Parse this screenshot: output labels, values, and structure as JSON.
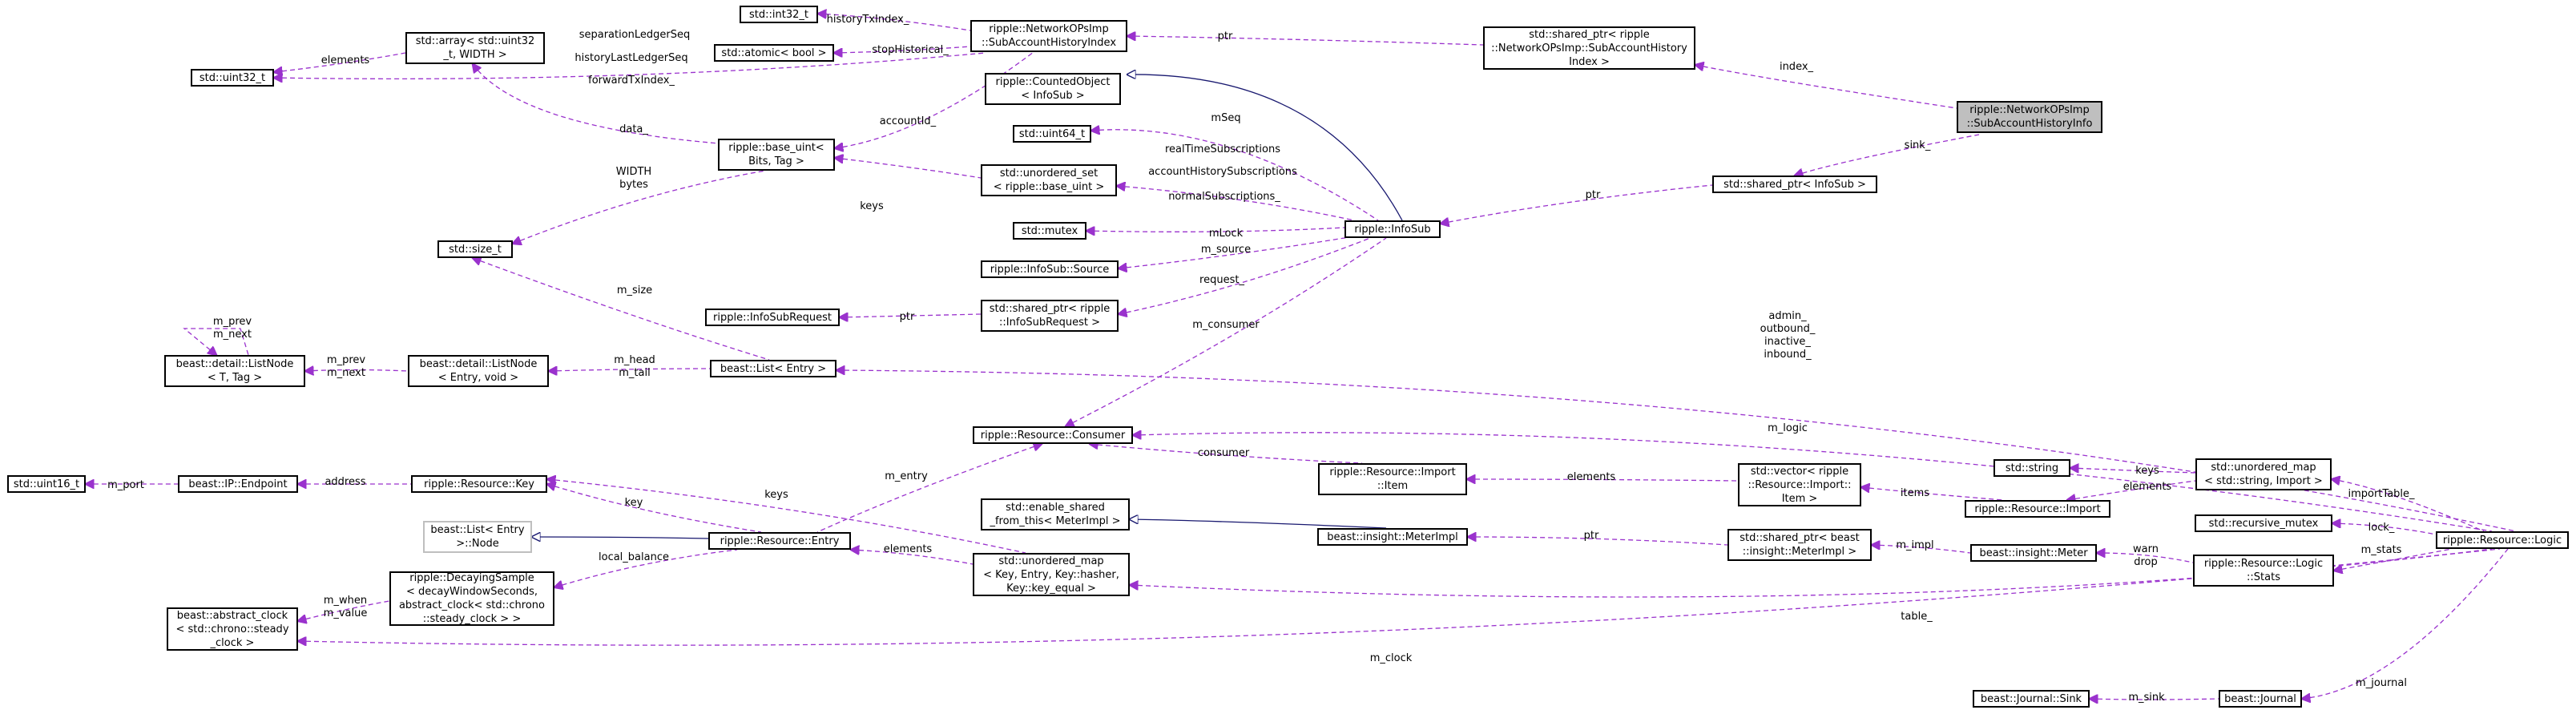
{
  "diagram": {
    "nodes": [
      {
        "id": "focus",
        "lines": [
          "ripple::NetworkOPsImp",
          "::SubAccountHistoryInfo"
        ]
      },
      {
        "id": "sp_index",
        "lines": [
          "std::shared_ptr< ripple",
          "::NetworkOPsImp::SubAccountHistory",
          "Index >"
        ]
      },
      {
        "id": "sahi",
        "lines": [
          "ripple::NetworkOPsImp",
          "::SubAccountHistoryIndex"
        ]
      },
      {
        "id": "int32",
        "lines": [
          "std::int32_t"
        ]
      },
      {
        "id": "atomic_bool",
        "lines": [
          "std::atomic< bool >"
        ]
      },
      {
        "id": "uint32",
        "lines": [
          "std::uint32_t"
        ]
      },
      {
        "id": "array",
        "lines": [
          "std::array< std::uint32",
          "_t, WIDTH >"
        ]
      },
      {
        "id": "base_uint",
        "lines": [
          "ripple::base_uint<",
          "Bits, Tag >"
        ]
      },
      {
        "id": "size_t",
        "lines": [
          "std::size_t"
        ]
      },
      {
        "id": "counted",
        "lines": [
          "ripple::CountedObject",
          "< InfoSub >"
        ]
      },
      {
        "id": "uint64",
        "lines": [
          "std::uint64_t"
        ]
      },
      {
        "id": "unordered_set",
        "lines": [
          "std::unordered_set",
          "< ripple::base_uint >"
        ]
      },
      {
        "id": "mutex",
        "lines": [
          "std::mutex"
        ]
      },
      {
        "id": "source",
        "lines": [
          "ripple::InfoSub::Source"
        ]
      },
      {
        "id": "infosub",
        "lines": [
          "ripple::InfoSub"
        ]
      },
      {
        "id": "sp_infosub",
        "lines": [
          "std::shared_ptr< InfoSub >"
        ]
      },
      {
        "id": "isr",
        "lines": [
          "ripple::InfoSubRequest"
        ]
      },
      {
        "id": "sp_isr",
        "lines": [
          "std::shared_ptr< ripple",
          "::InfoSubRequest >"
        ]
      },
      {
        "id": "listnode_t",
        "lines": [
          "beast::detail::ListNode",
          "< T, Tag >"
        ]
      },
      {
        "id": "listnode_e",
        "lines": [
          "beast::detail::ListNode",
          "< Entry, void >"
        ]
      },
      {
        "id": "list_entry",
        "lines": [
          "beast::List< Entry >"
        ]
      },
      {
        "id": "consumer",
        "lines": [
          "ripple::Resource::Consumer"
        ]
      },
      {
        "id": "uint16",
        "lines": [
          "std::uint16_t"
        ]
      },
      {
        "id": "endpoint",
        "lines": [
          "beast::IP::Endpoint"
        ]
      },
      {
        "id": "key",
        "lines": [
          "ripple::Resource::Key"
        ]
      },
      {
        "id": "list_node",
        "lines": [
          "beast::List< Entry",
          ">::Node"
        ],
        "grey": true
      },
      {
        "id": "entry",
        "lines": [
          "ripple::Resource::Entry"
        ]
      },
      {
        "id": "decaying",
        "lines": [
          "ripple::DecayingSample",
          "< decayWindowSeconds,",
          " abstract_clock< std::chrono",
          "::steady_clock > >"
        ]
      },
      {
        "id": "clock",
        "lines": [
          "beast::abstract_clock",
          "< std::chrono::steady",
          "_clock >"
        ]
      },
      {
        "id": "enable_shared",
        "lines": [
          "std::enable_shared",
          "_from_this< MeterImpl >"
        ]
      },
      {
        "id": "umap_key",
        "lines": [
          "std::unordered_map",
          "< Key, Entry, Key::hasher,",
          " Key::key_equal >"
        ]
      },
      {
        "id": "import_item",
        "lines": [
          "ripple::Resource::Import",
          "::Item"
        ]
      },
      {
        "id": "meterimpl",
        "lines": [
          "beast::insight::MeterImpl"
        ]
      },
      {
        "id": "vector_item",
        "lines": [
          "std::vector< ripple",
          "::Resource::Import::",
          "Item >"
        ]
      },
      {
        "id": "sp_meterimpl",
        "lines": [
          "std::shared_ptr< beast",
          "::insight::MeterImpl >"
        ]
      },
      {
        "id": "string",
        "lines": [
          "std::string"
        ]
      },
      {
        "id": "import",
        "lines": [
          "ripple::Resource::Import"
        ]
      },
      {
        "id": "meter",
        "lines": [
          "beast::insight::Meter"
        ]
      },
      {
        "id": "umap_str",
        "lines": [
          "std::unordered_map",
          "< std::string, Import >"
        ]
      },
      {
        "id": "rmutex",
        "lines": [
          "std::recursive_mutex"
        ]
      },
      {
        "id": "stats",
        "lines": [
          "ripple::Resource::Logic",
          "::Stats"
        ]
      },
      {
        "id": "logic",
        "lines": [
          "ripple::Resource::Logic"
        ]
      },
      {
        "id": "sink",
        "lines": [
          "beast::Journal::Sink"
        ]
      },
      {
        "id": "journal",
        "lines": [
          "beast::Journal"
        ]
      }
    ],
    "edge_labels": [
      {
        "id": "l_index",
        "lines": [
          "index_"
        ]
      },
      {
        "id": "l_sink",
        "lines": [
          "sink_"
        ]
      },
      {
        "id": "l_ptr1",
        "lines": [
          "ptr"
        ]
      },
      {
        "id": "l_ptr2",
        "lines": [
          "ptr"
        ]
      },
      {
        "id": "l_historyTxIndex",
        "lines": [
          "historyTxIndex_"
        ]
      },
      {
        "id": "l_stopHistorical",
        "lines": [
          "stopHistorical_"
        ]
      },
      {
        "id": "l_separation",
        "lines": [
          "separationLedgerSeq"
        ]
      },
      {
        "id": "l_historyLast",
        "lines": [
          "historyLastLedgerSeq"
        ]
      },
      {
        "id": "l_forward",
        "lines": [
          "forwardTxIndex_"
        ]
      },
      {
        "id": "l_elements1",
        "lines": [
          "elements"
        ]
      },
      {
        "id": "l_data",
        "lines": [
          "data_"
        ]
      },
      {
        "id": "l_accountId",
        "lines": [
          "accountId_"
        ]
      },
      {
        "id": "l_width",
        "lines": [
          "WIDTH",
          "bytes"
        ]
      },
      {
        "id": "l_mseq",
        "lines": [
          "mSeq"
        ]
      },
      {
        "id": "l_realtime",
        "lines": [
          "realTimeSubscriptions"
        ]
      },
      {
        "id": "l_keys1",
        "lines": [
          "keys"
        ]
      },
      {
        "id": "l_acchist",
        "lines": [
          "accountHistorySubscriptions"
        ]
      },
      {
        "id": "l_normal",
        "lines": [
          "normalSubscriptions_"
        ]
      },
      {
        "id": "l_mlock",
        "lines": [
          "mLock"
        ]
      },
      {
        "id": "l_msource",
        "lines": [
          "m_source"
        ]
      },
      {
        "id": "l_request",
        "lines": [
          "request_"
        ]
      },
      {
        "id": "l_ptr3",
        "lines": [
          "ptr"
        ]
      },
      {
        "id": "l_mconsumer",
        "lines": [
          "m_consumer"
        ]
      },
      {
        "id": "l_msize",
        "lines": [
          "m_size"
        ]
      },
      {
        "id": "l_mprevnext1",
        "lines": [
          "m_prev",
          "m_next"
        ]
      },
      {
        "id": "l_mprevnext2",
        "lines": [
          "m_prev",
          "m_next"
        ]
      },
      {
        "id": "l_mheadtail",
        "lines": [
          "m_head",
          "m_tail"
        ]
      },
      {
        "id": "l_admin",
        "lines": [
          "admin_",
          "outbound_",
          "inactive_",
          "inbound_"
        ]
      },
      {
        "id": "l_mlogic",
        "lines": [
          "m_logic"
        ]
      },
      {
        "id": "l_consumer",
        "lines": [
          "consumer"
        ]
      },
      {
        "id": "l_mentry",
        "lines": [
          "m_entry"
        ]
      },
      {
        "id": "l_mport",
        "lines": [
          "m_port"
        ]
      },
      {
        "id": "l_address",
        "lines": [
          "address"
        ]
      },
      {
        "id": "l_key",
        "lines": [
          "key"
        ]
      },
      {
        "id": "l_keys2",
        "lines": [
          "keys"
        ]
      },
      {
        "id": "l_elements2",
        "lines": [
          "elements"
        ]
      },
      {
        "id": "l_localbalance",
        "lines": [
          "local_balance"
        ]
      },
      {
        "id": "l_mwhen",
        "lines": [
          "m_when",
          "m_value"
        ]
      },
      {
        "id": "l_elements3",
        "lines": [
          "elements"
        ]
      },
      {
        "id": "l_items",
        "lines": [
          "items"
        ]
      },
      {
        "id": "l_keys3",
        "lines": [
          "keys"
        ]
      },
      {
        "id": "l_elements4",
        "lines": [
          "elements"
        ]
      },
      {
        "id": "l_ptr4",
        "lines": [
          "ptr"
        ]
      },
      {
        "id": "l_mimpl",
        "lines": [
          "m_impl"
        ]
      },
      {
        "id": "l_warn",
        "lines": [
          "warn",
          "drop"
        ]
      },
      {
        "id": "l_importtable",
        "lines": [
          "importTable_"
        ]
      },
      {
        "id": "l_lock",
        "lines": [
          "lock_"
        ]
      },
      {
        "id": "l_mstats",
        "lines": [
          "m_stats"
        ]
      },
      {
        "id": "l_table",
        "lines": [
          "table_"
        ]
      },
      {
        "id": "l_mclock",
        "lines": [
          "m_clock"
        ]
      },
      {
        "id": "l_mjournal",
        "lines": [
          "m_journal"
        ]
      },
      {
        "id": "l_msink",
        "lines": [
          "m_sink"
        ]
      }
    ],
    "colors": {
      "usage_edge": "#9a32cd",
      "inheritance_edge": "#191970",
      "focus_fill": "#bfbfbf"
    }
  }
}
